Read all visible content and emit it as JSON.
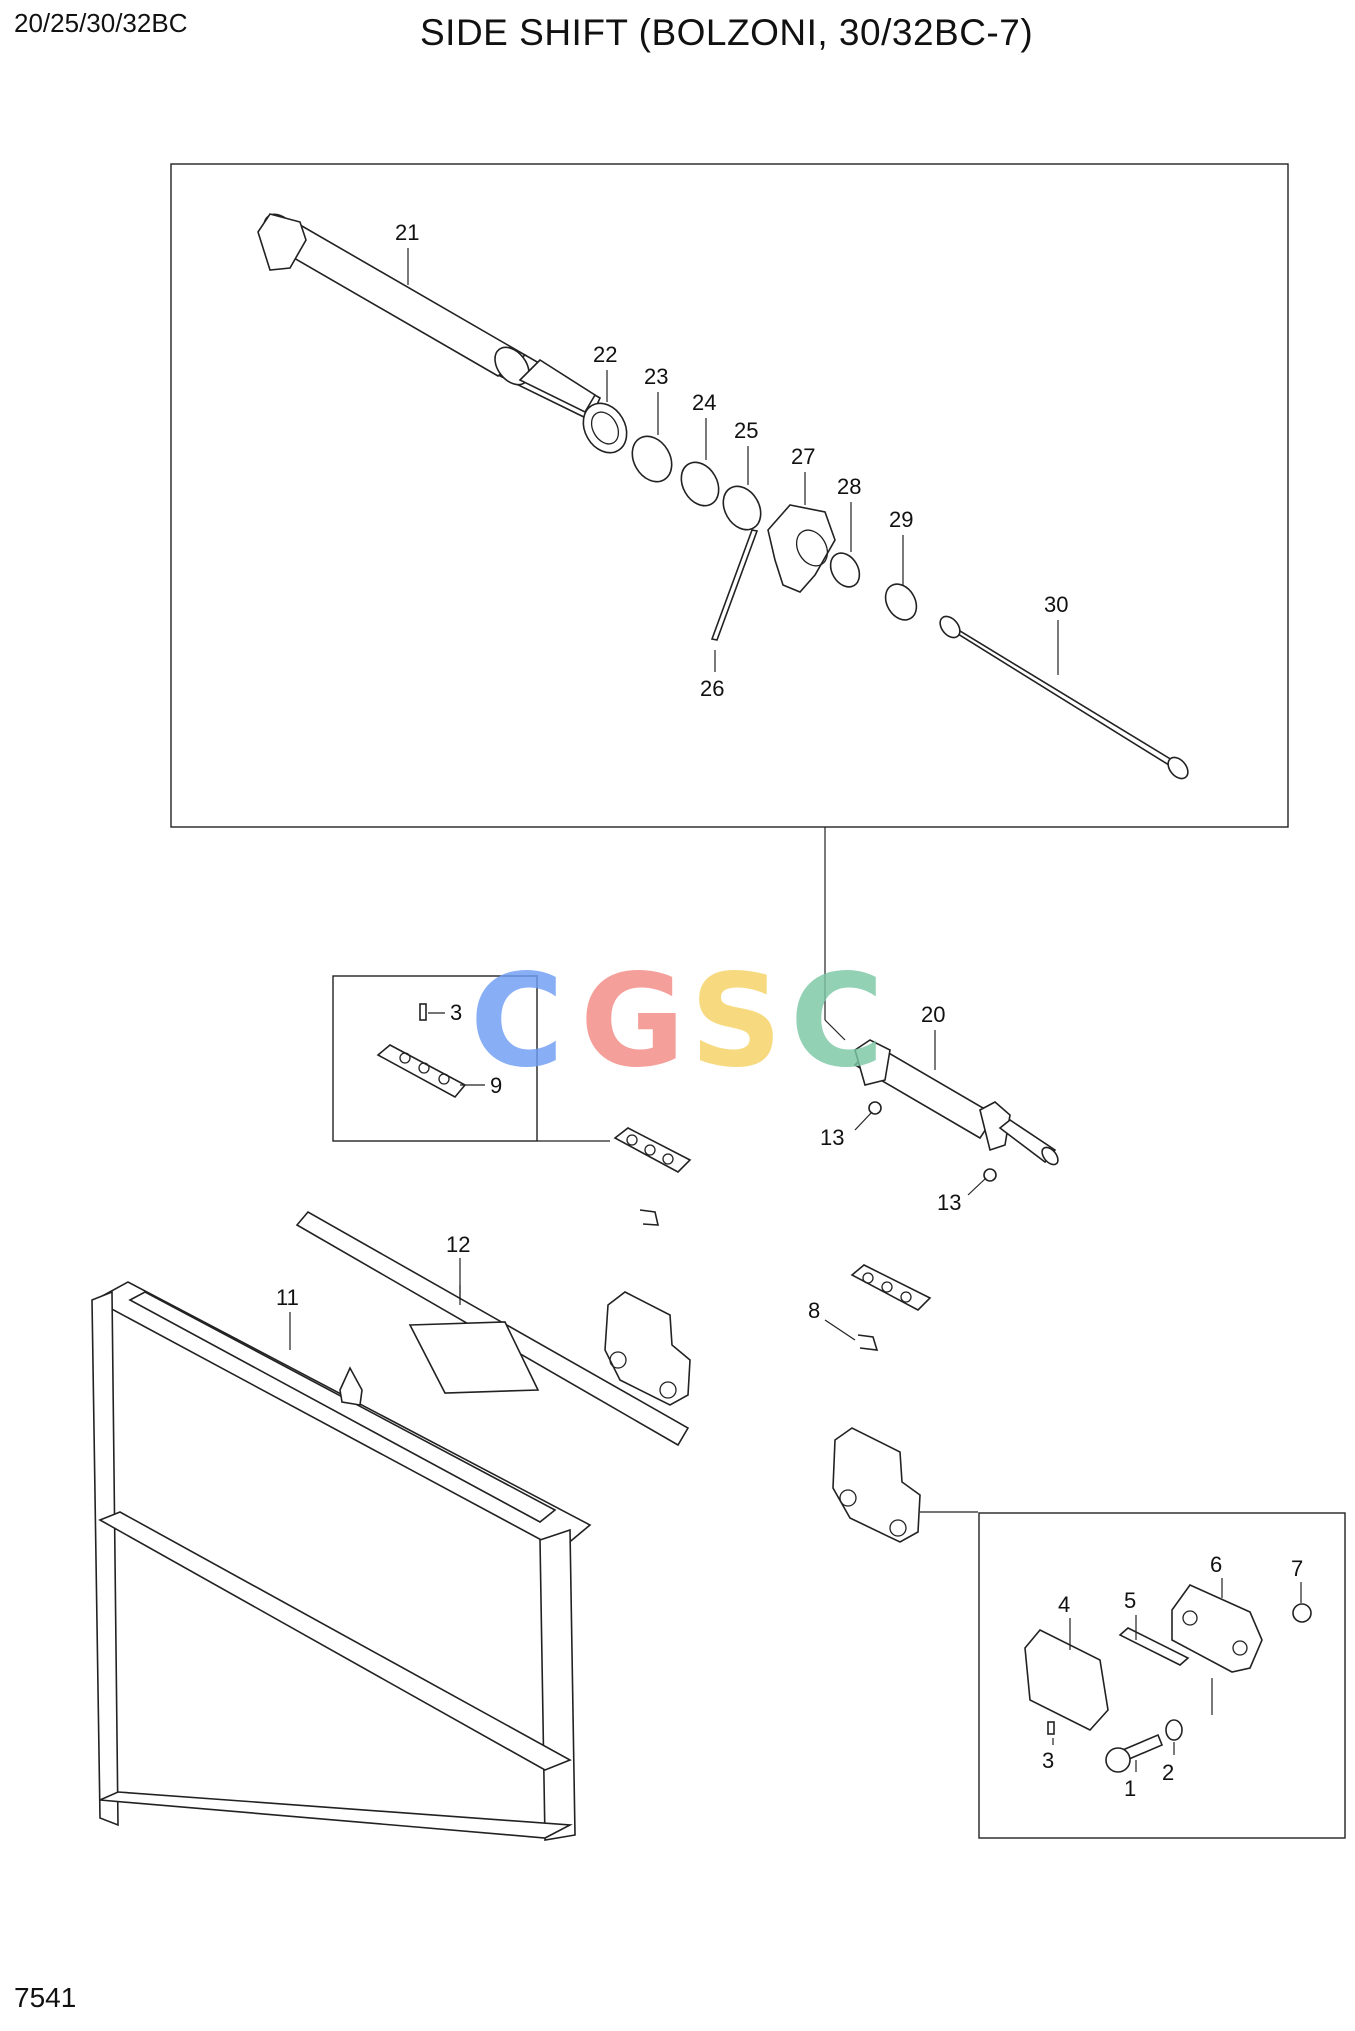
{
  "header": {
    "model": "20/25/30/32BC",
    "title": "SIDE SHIFT (BOLZONI, 30/32BC-7)"
  },
  "footer": {
    "page_code": "7541"
  },
  "watermark": {
    "letters": [
      "C",
      "G",
      "S",
      "C"
    ],
    "colors": [
      "#6f9df4",
      "#f28b85",
      "#f6d365",
      "#7cc7a6"
    ]
  },
  "callouts": [
    {
      "id": "c21",
      "label": "21"
    },
    {
      "id": "c22",
      "label": "22"
    },
    {
      "id": "c23",
      "label": "23"
    },
    {
      "id": "c24",
      "label": "24"
    },
    {
      "id": "c25",
      "label": "25"
    },
    {
      "id": "c26",
      "label": "26"
    },
    {
      "id": "c27",
      "label": "27"
    },
    {
      "id": "c28",
      "label": "28"
    },
    {
      "id": "c29",
      "label": "29"
    },
    {
      "id": "c30",
      "label": "30"
    },
    {
      "id": "c20",
      "label": "20"
    },
    {
      "id": "c3a",
      "label": "3"
    },
    {
      "id": "c9",
      "label": "9"
    },
    {
      "id": "c13a",
      "label": "13"
    },
    {
      "id": "c13b",
      "label": "13"
    },
    {
      "id": "c12",
      "label": "12"
    },
    {
      "id": "c11",
      "label": "11"
    },
    {
      "id": "c8",
      "label": "8"
    },
    {
      "id": "c4",
      "label": "4"
    },
    {
      "id": "c5",
      "label": "5"
    },
    {
      "id": "c6",
      "label": "6"
    },
    {
      "id": "c7",
      "label": "7"
    },
    {
      "id": "c3b",
      "label": "3"
    },
    {
      "id": "c1",
      "label": "1"
    },
    {
      "id": "c2",
      "label": "2"
    }
  ]
}
